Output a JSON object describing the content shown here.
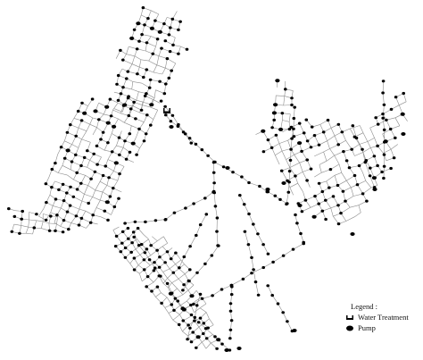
{
  "legend": {
    "title": "Legend :",
    "items": [
      {
        "label": "Water Treatment",
        "icon": "water-treatment-icon"
      },
      {
        "label": "Pump",
        "icon": "pump-icon"
      }
    ]
  },
  "colors": {
    "node": "#000000",
    "pipe": "#8c8c8c"
  }
}
